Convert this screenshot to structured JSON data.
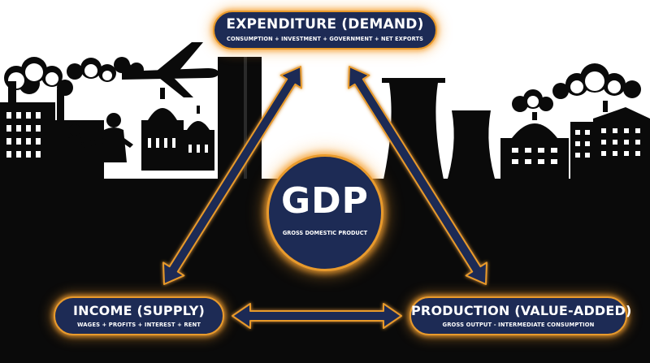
{
  "nodes": {
    "expenditure": {
      "title": "EXPENDITURE (DEMAND)",
      "subtitle": "CONSUMPTION + INVESTMENT + GOVERNMENT + NET EXPORTS"
    },
    "income": {
      "title": "INCOME (SUPPLY)",
      "subtitle": "WAGES + PROFITS + INTEREST + RENT"
    },
    "production": {
      "title": "PRODUCTION (VALUE-ADDED)",
      "subtitle": "GROSS OUTPUT - INTERMEDIATE CONSUMPTION"
    }
  },
  "center": {
    "title": "GDP",
    "subtitle": "GROSS DOMESTIC PRODUCT"
  },
  "connections": [
    {
      "from": "expenditure",
      "to": "income",
      "direction": "both"
    },
    {
      "from": "expenditure",
      "to": "production",
      "direction": "both"
    },
    {
      "from": "income",
      "to": "production",
      "direction": "both"
    }
  ],
  "colors": {
    "navy": "#1d2b55",
    "orange": "#e89a2c",
    "silhouette": "#0a0a0a",
    "background": "#ffffff"
  },
  "icons": [
    "factory-icon",
    "smoke-icon",
    "airplane-icon",
    "family-icon",
    "capitol-icon",
    "skyscraper-icon",
    "cooling-tower-icon",
    "cloud-icon",
    "refinery-icon",
    "apartment-icon"
  ]
}
